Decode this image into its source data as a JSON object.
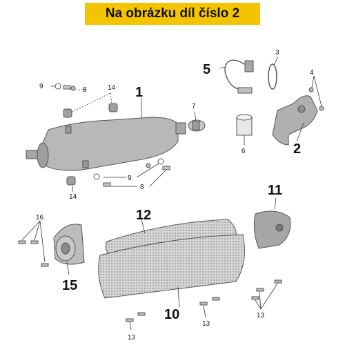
{
  "banner": {
    "title": "Na obrázku díl číslo 2",
    "color": "#f5c400"
  },
  "callouts": {
    "n1": "1",
    "n2": "2",
    "n3": "3",
    "n4": "4",
    "n5": "5",
    "n6": "6",
    "n7": "7",
    "n8a": "8",
    "n8b": "8",
    "n9a": "9",
    "n9b": "9",
    "n10": "10",
    "n11": "11",
    "n12": "12",
    "n13a": "13",
    "n13b": "13",
    "n13c": "13",
    "n14a": "14",
    "n14b": "14",
    "n15": "15",
    "n16": "16"
  }
}
